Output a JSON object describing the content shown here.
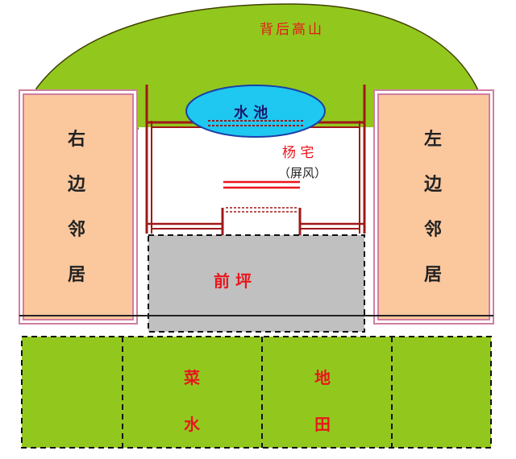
{
  "labels": {
    "mountain": "背后高山",
    "pond": "水 池",
    "house": "杨  宅",
    "screen": "（屏风）",
    "front_yard": "前    坪",
    "right_neighbor": [
      "右",
      "边",
      "邻",
      "居"
    ],
    "left_neighbor": [
      "左",
      "边",
      "邻",
      "居"
    ],
    "field_left": [
      "菜",
      "水"
    ],
    "field_right": [
      "地",
      "田"
    ]
  },
  "colors": {
    "mountain": "#92c81e",
    "field": "#92c81e",
    "neighbor_fill": "#fbc79d",
    "neighbor_border": "#d07ea0",
    "pond": "#1fc8f0",
    "pond_border": "#1a3fa8",
    "wall": "#a01818",
    "yard": "#c0c0c0",
    "label_red": "#e8161c"
  }
}
